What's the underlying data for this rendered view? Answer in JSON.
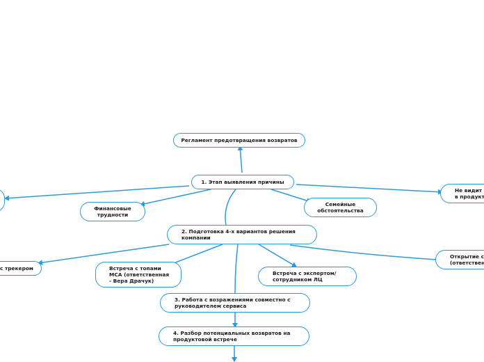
{
  "nodes": {
    "reglament": "Регламент предотвращения возвратов",
    "stage1": "1. Этап выявления причины",
    "financial": "Финансовые\nтрудности",
    "family": "Семейные\nобстоятельства",
    "no_value": "Не видит ц\nв продукте",
    "stage2": "2. Подготовка 4-х вариантов решения\nкомпании",
    "tracker": "с трекером",
    "top_meeting": "Встреча с топами\nMCA (ответственная\n- Вера Драчук)",
    "expert_meeting": "Встреча с экспертом/\nсотрудником ЛЦ",
    "opening": "Открытие сп\n(ответствен",
    "stage3": "3. Работа с возражениями совместно с\nруководителем сервиса",
    "stage4": "4. Разбор потенциальных возвратов на\nпродуктовой встрече"
  },
  "colors": {
    "line": "#2c9ad8",
    "border": "#2c9ad8",
    "text": "#1a1a1a"
  }
}
